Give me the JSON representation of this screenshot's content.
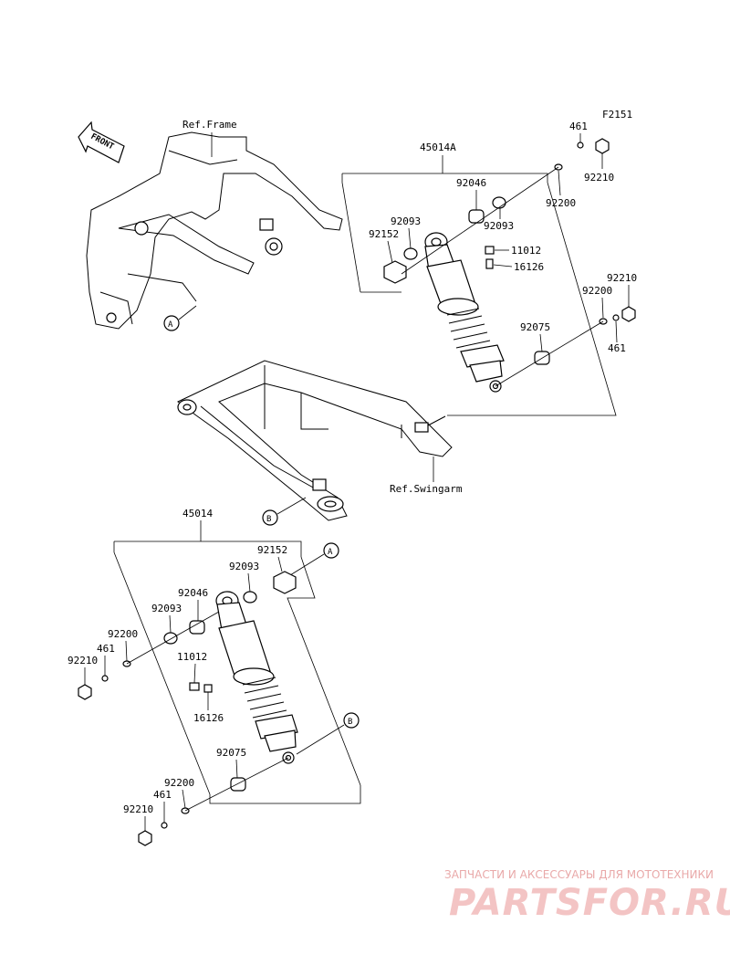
{
  "figure_code": "F2151",
  "direction": "FRONT",
  "refs": {
    "frame": "Ref.Frame",
    "swingarm": "Ref.Swingarm"
  },
  "callouts": {
    "a": "A",
    "b": "B"
  },
  "assemblies": {
    "upper": "45014A",
    "lower": "45014"
  },
  "parts": {
    "p461": "461",
    "p92210": "92210",
    "p92200": "92200",
    "p92046": "92046",
    "p92093": "92093",
    "p92152": "92152",
    "p11012": "11012",
    "p16126": "16126",
    "p92075": "92075"
  },
  "watermark": {
    "tagline": "ЗАПЧАСТИ И АКСЕССУАРЫ ДЛЯ МОТОТЕХНИКИ",
    "brand": "PARTSFOR.RU"
  }
}
